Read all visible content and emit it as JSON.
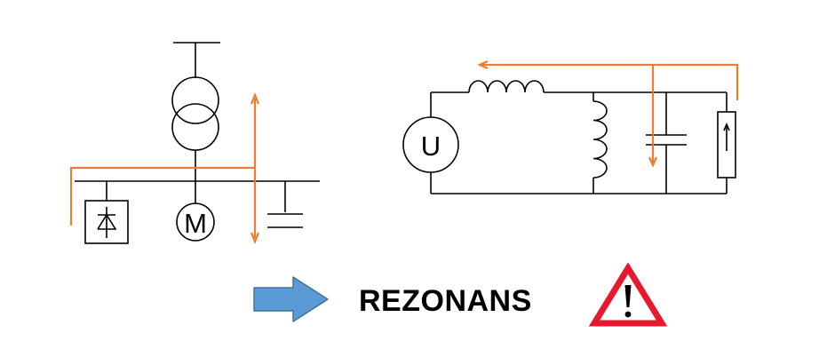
{
  "diagram": {
    "motor_label": "M",
    "source_label": "U",
    "caption": "REZONANS"
  },
  "icons": {
    "arrow": "right-arrow-icon",
    "warning": "warning-triangle-icon"
  },
  "colors": {
    "current_flow": "#ED7D31",
    "arrow_fill": "#5B9BD5",
    "arrow_stroke": "#41719C",
    "warning_red": "#E8192C"
  }
}
